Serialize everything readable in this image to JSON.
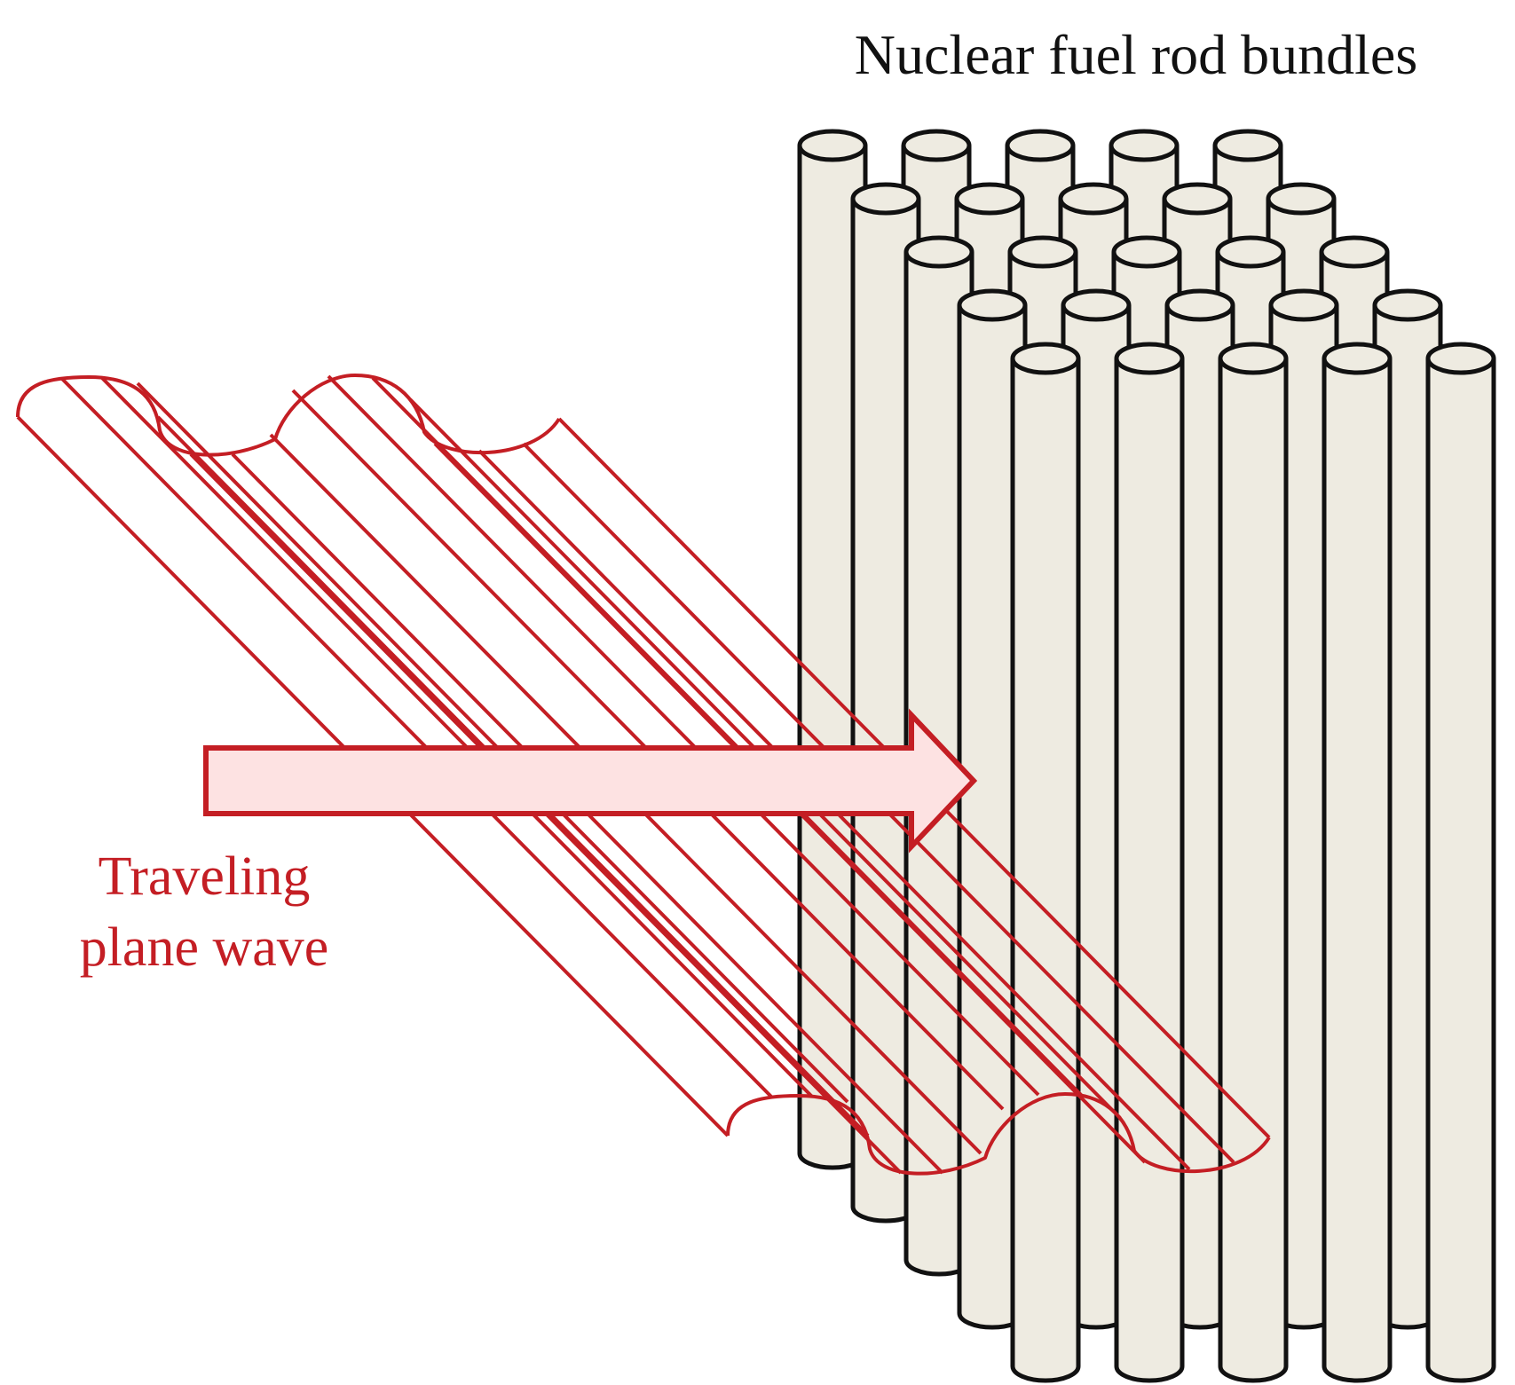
{
  "title": "Nuclear fuel rod bundles",
  "wave_label_line1": "Traveling",
  "wave_label_line2": "plane wave",
  "colors": {
    "rod_fill": "#eeebe1",
    "rod_stroke": "#111111",
    "wave_stroke": "#c41e24",
    "arrow_fill": "#fde2e2"
  },
  "rod_grid": {
    "rows": 5,
    "columns": 5
  }
}
